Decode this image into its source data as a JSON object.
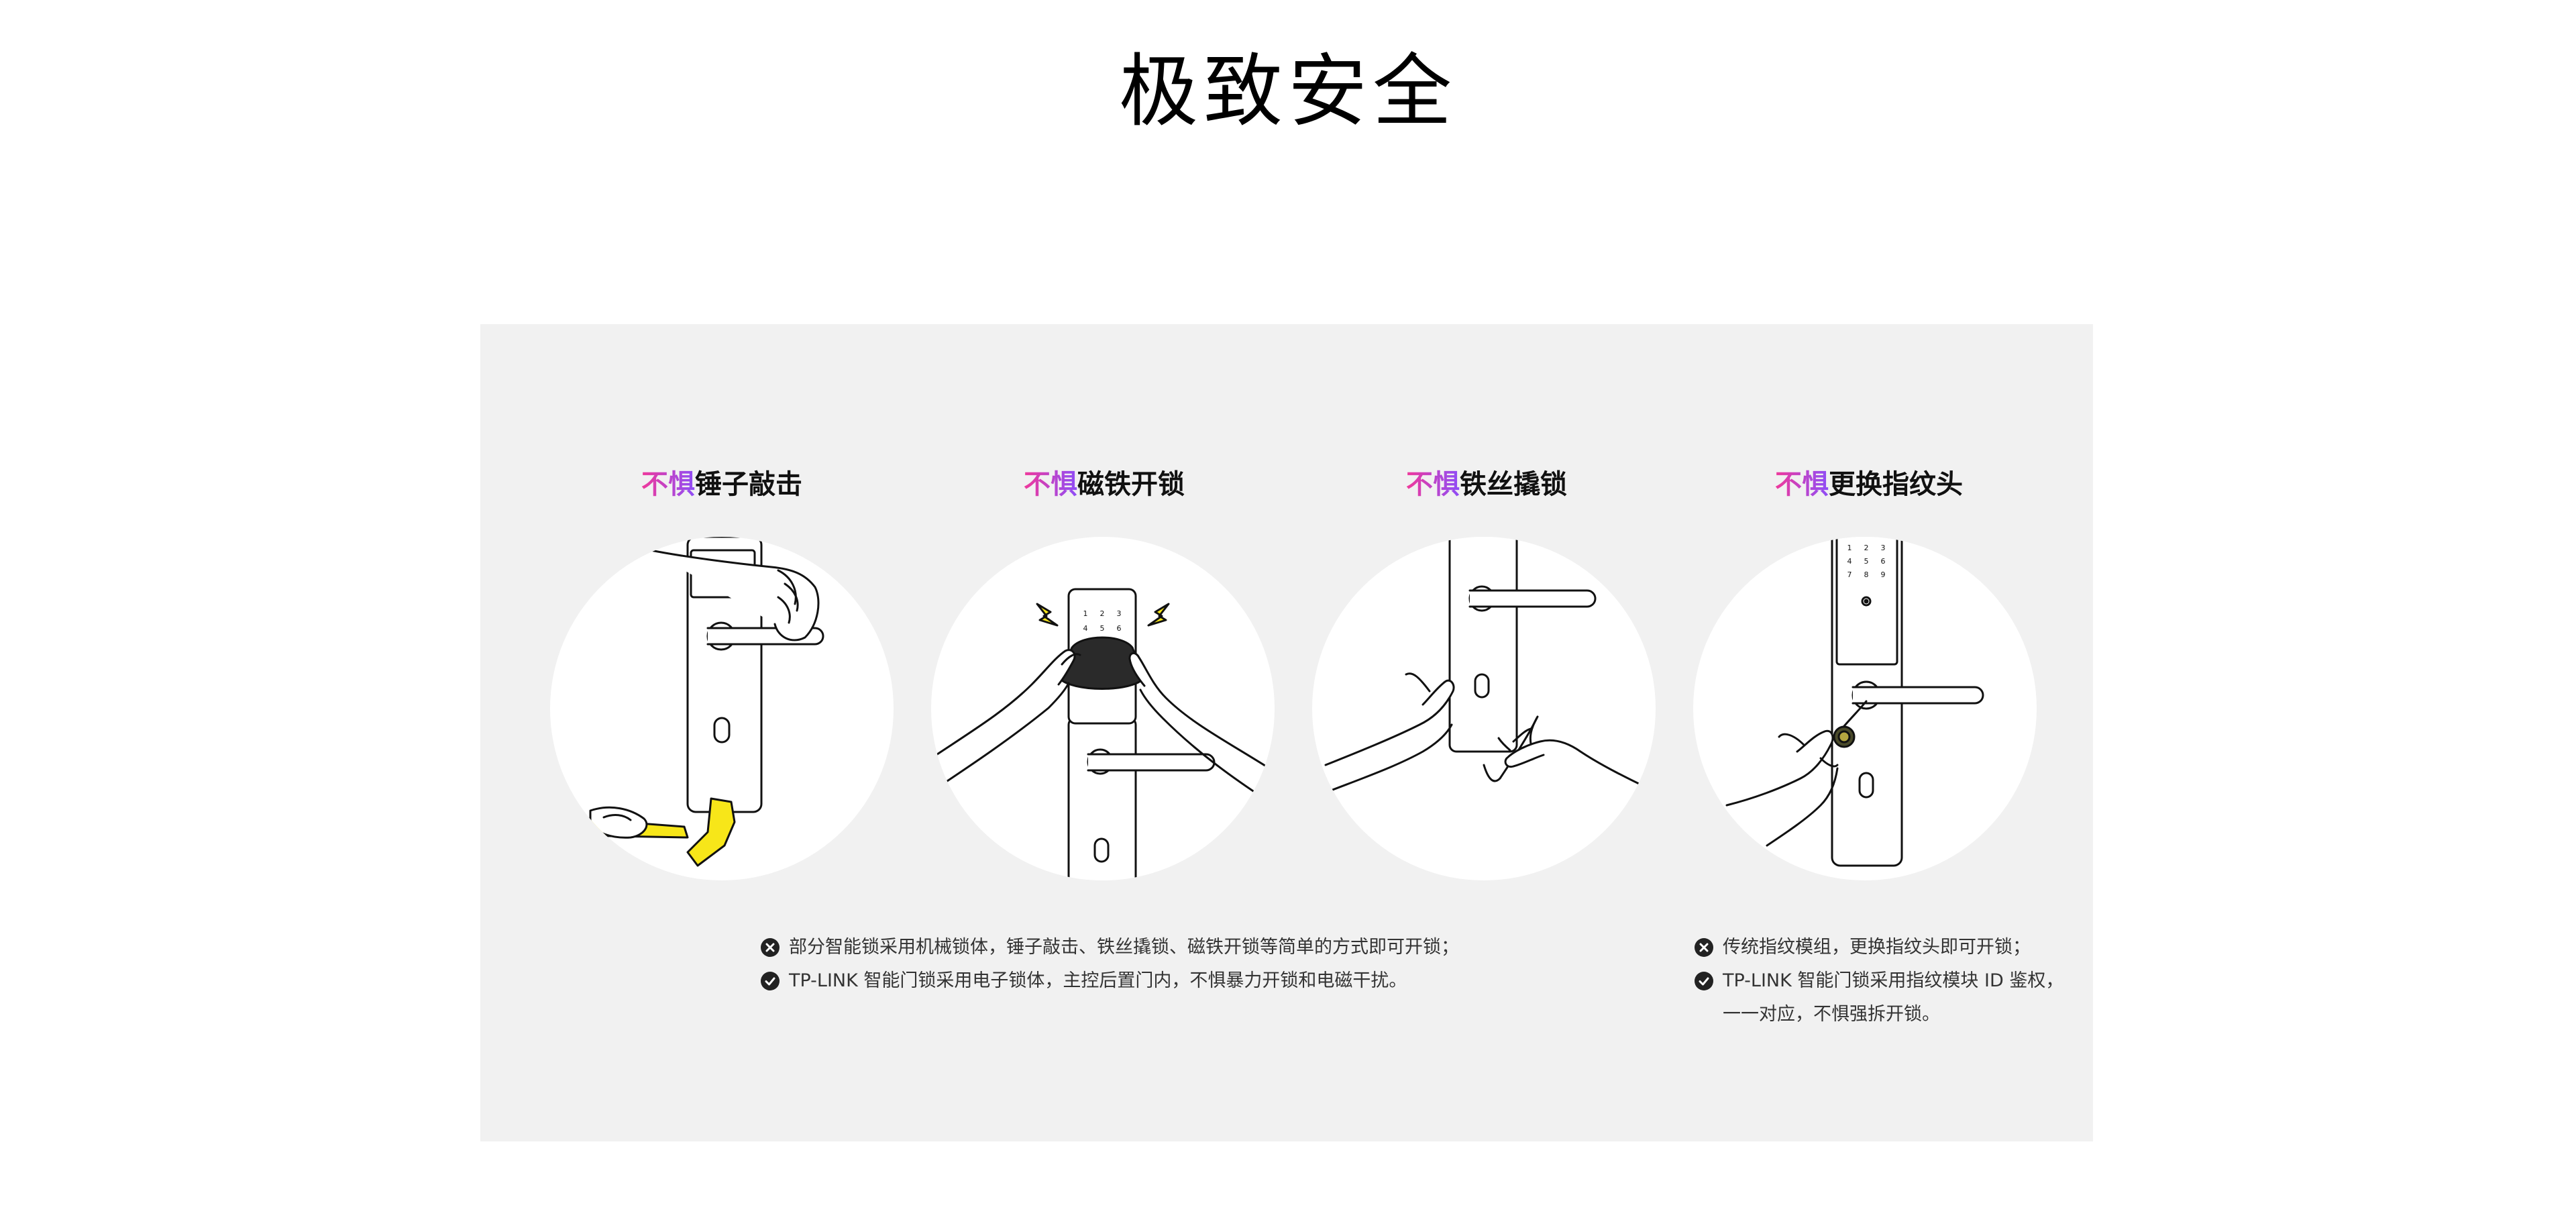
{
  "title": "极致安全",
  "features": [
    {
      "prefix": "不惧",
      "label": "锤子敲击"
    },
    {
      "prefix": "不惧",
      "label": "磁铁开锁"
    },
    {
      "prefix": "不惧",
      "label": "铁丝撬锁"
    },
    {
      "prefix": "不惧",
      "label": "更换指纹头"
    }
  ],
  "keypad_keys": [
    "1",
    "2",
    "3",
    "4",
    "5",
    "6",
    "7",
    "8",
    "9"
  ],
  "notes_left": {
    "cross": "部分智能锁采用机械锁体，锤子敲击、铁丝撬锁、磁铁开锁等简单的方式即可开锁；",
    "check": "TP-LINK 智能门锁采用电子锁体，主控后置门内，不惧暴力开锁和电磁干扰。"
  },
  "notes_right": {
    "cross": "传统指纹模组，更换指纹头即可开锁；",
    "check_line1": "TP-LINK 智能门锁采用指纹模块 ID 鉴权，",
    "check_line2": "一一对应，不惧强拆开锁。"
  },
  "colors": {
    "accent_pink": "#f0399b",
    "accent_purple": "#8e4df7",
    "hammer_yellow": "#f7e619",
    "panel_bg": "#f1f1f1"
  },
  "icons": [
    "cross-circle-icon",
    "check-circle-icon",
    "lightning-icon"
  ]
}
